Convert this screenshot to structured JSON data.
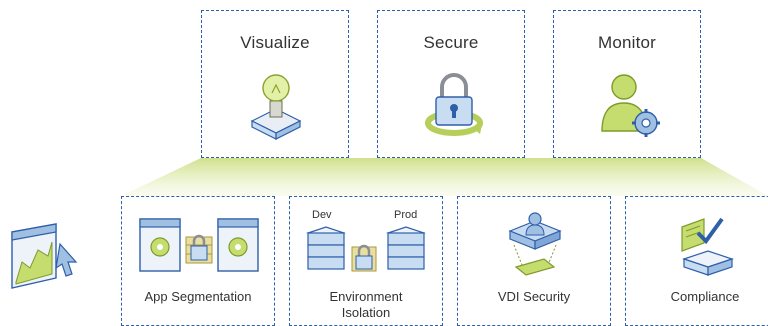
{
  "top": {
    "visualize": "Visualize",
    "secure": "Secure",
    "monitor": "Monitor"
  },
  "bottom": {
    "app_segmentation": "App Segmentation",
    "environment_isolation_line1": "Environment",
    "environment_isolation_line2": "Isolation",
    "dev": "Dev",
    "prod": "Prod",
    "vdi_security": "VDI Security",
    "compliance": "Compliance"
  },
  "colors": {
    "dashed_border": "#2f5fa8",
    "accent_green": "#b5cf5a",
    "panel_blue": "#c9ddf2",
    "lock_gray": "#8a8f96"
  },
  "icons": {
    "visualize": "lightbulb-icon",
    "secure": "padlock-refresh-icon",
    "monitor": "user-gear-icon",
    "side": "browser-chart-icon",
    "app": "app-firewall-icon",
    "env": "server-stack-lock-icon",
    "vdi": "vdi-user-icon",
    "compliance": "checklist-server-icon"
  }
}
